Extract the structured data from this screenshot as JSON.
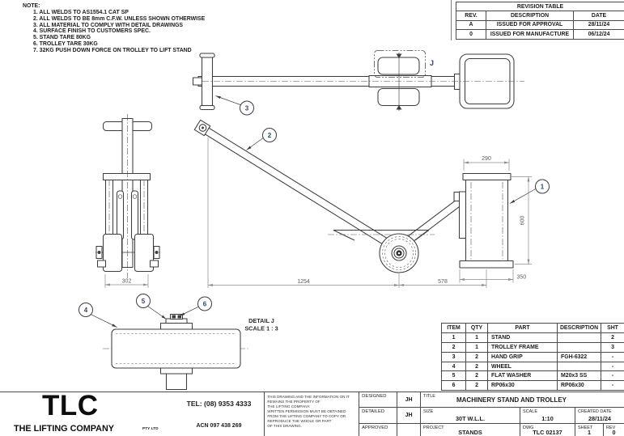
{
  "notes": {
    "heading": "NOTE:",
    "items": [
      "1. ALL WELDS TO AS1554.1 CAT SP",
      "2. ALL WELDS TO BE 8mm C.F.W. UNLESS SHOWN OTHERWISE",
      "3. ALL MATERIAL TO COMPLY WITH DETAIL DRAWINGS",
      "4. SURFACE FINISH TO CUSTOMERS SPEC.",
      "5. STAND TARE 80KG",
      "6. TROLLEY TARE 30KG",
      "7. 32KG PUSH DOWN FORCE ON TROLLEY TO LIFT STAND"
    ]
  },
  "revision_table": {
    "title": "REVISION TABLE",
    "headers": [
      "REV.",
      "DESCRIPTION",
      "DATE"
    ],
    "rows": [
      {
        "rev": "A",
        "description": "ISSUED FOR APPROVAL",
        "date": "28/11/24"
      },
      {
        "rev": "0",
        "description": "ISSUED FOR MANUFACTURE",
        "date": "06/12/24"
      }
    ]
  },
  "parts_table": {
    "headers": [
      "ITEM",
      "QTY",
      "PART",
      "DESCRIPTION",
      "SHT"
    ],
    "rows": [
      {
        "item": "1",
        "qty": "1",
        "part": "STAND",
        "description": "",
        "sht": "2"
      },
      {
        "item": "2",
        "qty": "1",
        "part": "TROLLEY FRAME",
        "description": "",
        "sht": "3"
      },
      {
        "item": "3",
        "qty": "2",
        "part": "HAND GRIP",
        "description": "FGH-6322",
        "sht": "-"
      },
      {
        "item": "4",
        "qty": "2",
        "part": "WHEEL",
        "description": "",
        "sht": "-"
      },
      {
        "item": "5",
        "qty": "2",
        "part": "FLAT WASHER",
        "description": "M20x3 SS",
        "sht": "-"
      },
      {
        "item": "6",
        "qty": "2",
        "part": "RP06x30",
        "description": "RP06x30",
        "sht": "-"
      }
    ]
  },
  "drawing": {
    "balloons": {
      "b1": "1",
      "b2": "2",
      "b3": "3",
      "b4": "4",
      "b5": "5",
      "b6": "6"
    },
    "detail_marker": "J",
    "detail_label": "DETAIL J",
    "detail_scale": "SCALE 1 : 3",
    "dimensions": {
      "trolley_width": "302",
      "handle_to_wheel": "1254",
      "wheel_to_stand": "578",
      "stand_top_width": "290",
      "stand_height": "600",
      "stand_base_width": "350"
    }
  },
  "title_block": {
    "logo": "TLC",
    "company": "THE LIFTING COMPANY",
    "company_suffix": "PTY LTD",
    "tel": "TEL: (08) 9353 4333",
    "acn": "ACN 097 438 269",
    "disclaimer": [
      "THIS DRAWING AND THE INFORMATION ON IT",
      "REMAINS THE PROPERTY OF",
      "THE LIFTING COMPANY.",
      "WRITTEN PERMISSION MUST BE OBTAINED",
      "FROM THE LIFTING COMPANY TO COPY OR",
      "REPRODUCE THE WHOLE OR PART",
      "OF THIS DRAWING."
    ],
    "designed_label": "DESIGNED",
    "designed": "JH",
    "detailed_label": "DETAILED",
    "detailed": "JH",
    "approved_label": "APPROVED",
    "approved": "",
    "title_label": "TITLE",
    "title": "MACHINERY STAND AND TROLLEY",
    "size_label": "SIZE",
    "size": "30T W.L.L.",
    "scale_label": "SCALE",
    "scale": "1:10",
    "created_label": "CREATED DATE",
    "created": "28/11/24",
    "project_label": "PROJECT",
    "project": "STANDS",
    "dwg_label": "DWG",
    "dwg": "TLC 02137",
    "sheet_label": "SHEET",
    "sheet": "1",
    "rev_label": "REV",
    "rev": "0"
  },
  "colors": {
    "line": "#3c3c3c",
    "dimension_text": "#5c5c5c",
    "balloon_text": "#2e4470",
    "background": "#ffffff"
  }
}
